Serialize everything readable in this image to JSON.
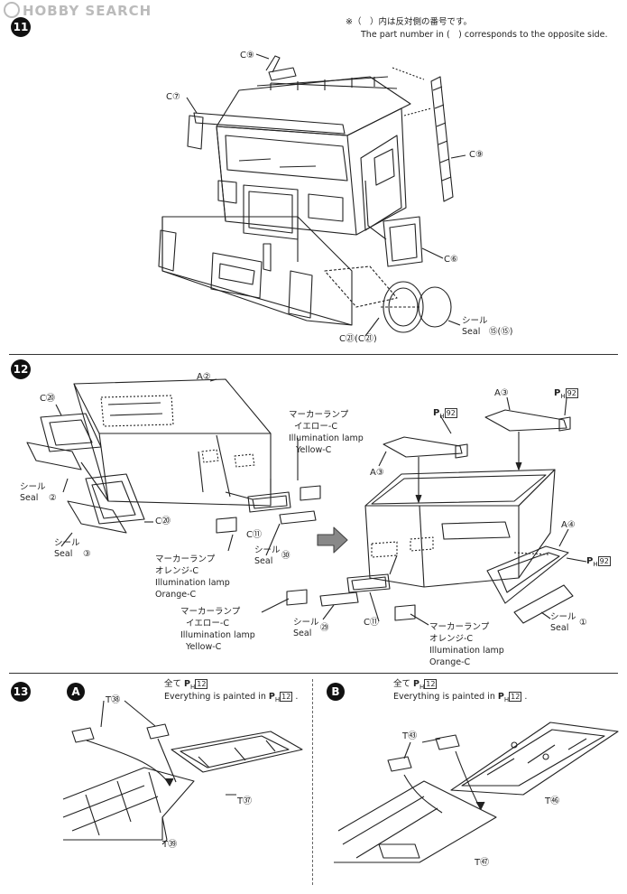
{
  "watermark": "HOBBY SEARCH",
  "header_note": {
    "jp": "※（　）内は反対側の番号です。",
    "en": "The part number in (　) corresponds to the opposite side."
  },
  "steps": [
    "11",
    "12",
    "13"
  ],
  "step11": {
    "labels": {
      "c9_top": "C⑨",
      "c7": "C⑦",
      "c9_right": "C⑨",
      "c6": "C⑥",
      "c21": "C㉑(C㉑)",
      "seal_jp": "シール",
      "seal_en": "Seal",
      "seal_num": "⑮(⑮)"
    }
  },
  "step12": {
    "labels": {
      "a2": "A②",
      "c20_top": "C⑳",
      "c20_bottom": "C⑳",
      "seal2_jp": "シール",
      "seal2_en": "Seal",
      "seal2_num": "②",
      "seal3_jp": "シール",
      "seal3_en": "Seal",
      "seal3_num": "③",
      "marker_yellow_jp": "マーカーランプ",
      "marker_yellow_jp2": "イエロー-C",
      "marker_yellow_en": "Illumination lamp",
      "marker_yellow_en2": "Yellow-C",
      "c11_left": "C⑪",
      "seal30_jp": "シール",
      "seal30_en": "Seal",
      "seal30_num": "㉚",
      "marker_orange_jp": "マーカーランプ",
      "marker_orange_jp2": "オレンジ-C",
      "marker_orange_en": "Illumination lamp",
      "marker_orange_en2": "Orange-C",
      "a3_top": "A③",
      "ph92_top": "92",
      "ph92_mid": "92",
      "a3_mid": "A③",
      "a4": "A④",
      "ph92_right": "92",
      "seal1_jp": "シール",
      "seal1_en": "Seal",
      "seal1_num": "①",
      "marker_yellow2_jp": "マーカーランプ",
      "marker_yellow2_jp2": "イエロー-C",
      "marker_yellow2_en": "Illumination lamp",
      "marker_yellow2_en2": "Yellow-C",
      "seal29_jp": "シール",
      "seal29_en": "Seal",
      "seal29_num": "㉙",
      "c11_right": "C⑪",
      "marker_orange2_jp": "マーカーランプ",
      "marker_orange2_jp2": "オレンジ-C",
      "marker_orange2_en": "Illumination lamp",
      "marker_orange2_en2": "Orange-C"
    }
  },
  "step13": {
    "sub_a": "A",
    "sub_b": "B",
    "paint_a_jp": "全て",
    "paint_a_en": "Everything is painted in",
    "paint_a_code": "12",
    "paint_b_jp": "全て",
    "paint_b_en": "Everything is painted in",
    "paint_b_code": "12",
    "t58": "T㊳",
    "t55": "T㊲",
    "t54": "T㊴",
    "t43": "T㊸",
    "t56": "T㊻",
    "t57": "T㊼"
  },
  "ph_prefix": "P",
  "ph_sub": "H"
}
